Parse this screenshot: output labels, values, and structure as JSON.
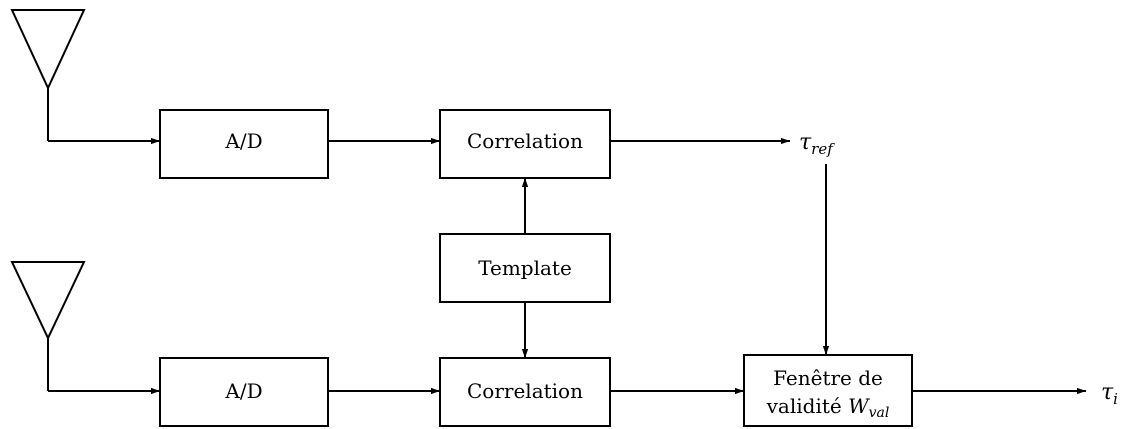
{
  "blocks": {
    "adc_top": "A/D",
    "corr_top": "Correlation",
    "template": "Template",
    "adc_bottom": "A/D",
    "corr_bottom": "Correlation",
    "window_line1": "Fenêtre de",
    "window_line2_prefix": "validité ",
    "window_symbol": "W",
    "window_subscript": "val"
  },
  "outputs": {
    "tau_ref_symbol": "τ",
    "tau_ref_subscript": "ref",
    "tau_i_symbol": "τ",
    "tau_i_subscript": "i"
  }
}
